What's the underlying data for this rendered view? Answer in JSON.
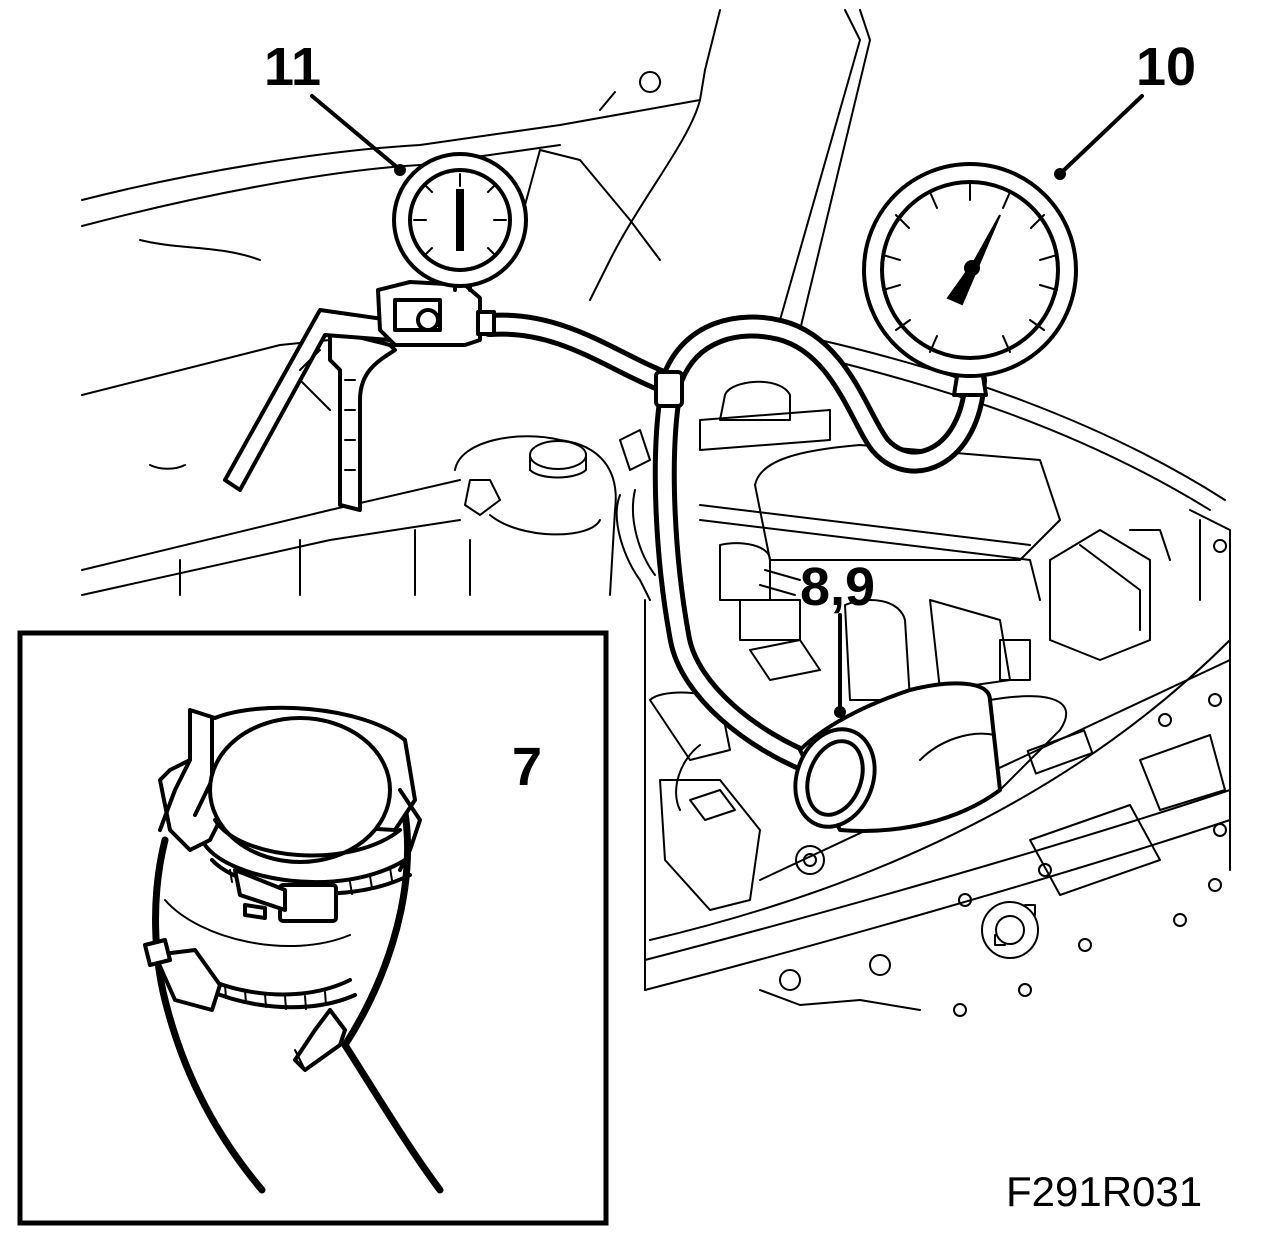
{
  "labels": {
    "gauge_small": "11",
    "gauge_large": "10",
    "hose_connection": "8,9",
    "inset_hose": "7"
  },
  "figure_code": "F291R031",
  "colors": {
    "line": "#000000",
    "background": "#ffffff"
  }
}
